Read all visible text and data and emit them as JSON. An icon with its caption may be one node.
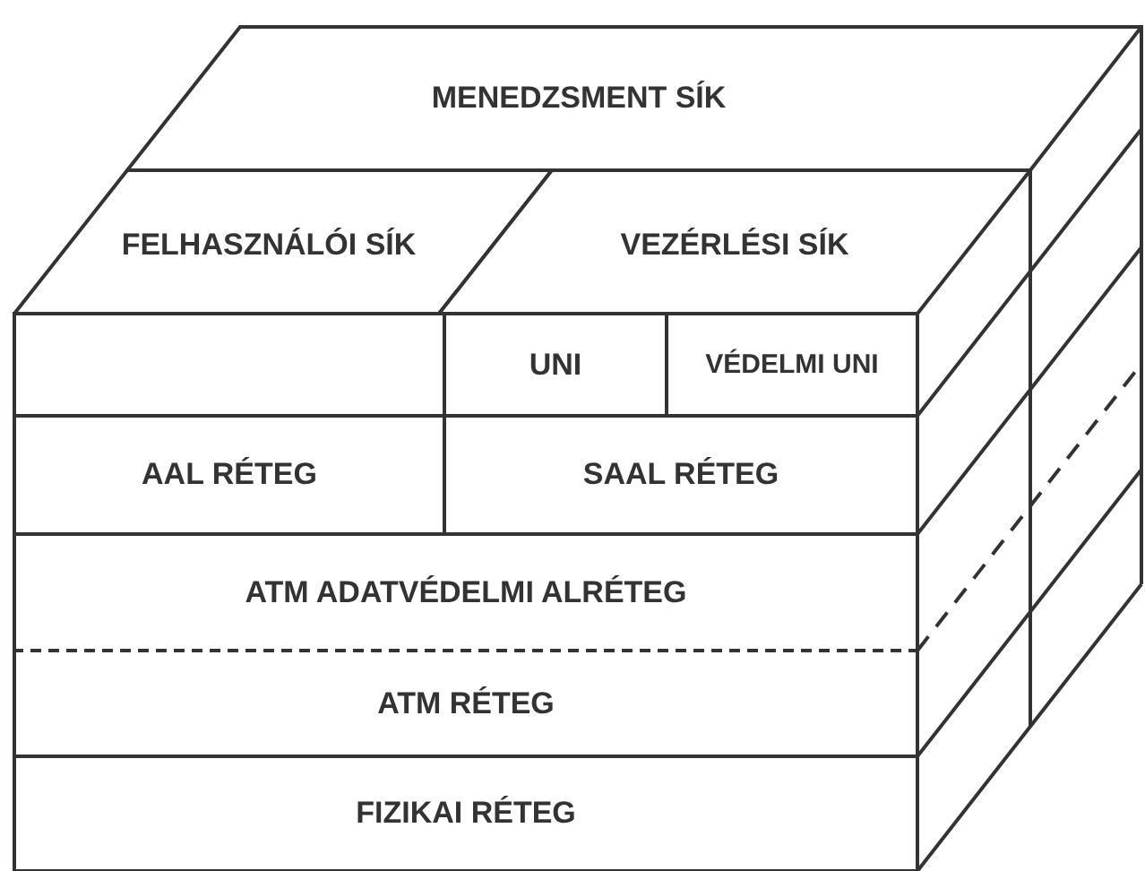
{
  "diagram": {
    "nodes": [
      {
        "text": [
          "MENEDZSMENT SÍK"
        ]
      },
      {
        "text": [
          "FELHASZNÁLÓI SÍK"
        ]
      },
      {
        "text": [
          "VEZÉRLÉSI SÍK"
        ]
      },
      {
        "text": [],
        "shape": "box"
      },
      {
        "text": [
          "UNI"
        ]
      },
      {
        "text": [
          "VÉDELMI UNI"
        ]
      },
      {
        "text": [
          "AAL RÉTEG"
        ]
      },
      {
        "text": [
          "SAAL RÉTEG"
        ]
      },
      {
        "text": [
          "ATM ADATVÉDELMI ALRÉTEG"
        ]
      },
      {
        "text": [
          "ATM RÉTEG"
        ]
      },
      {
        "text": [
          "FIZIKAI RÉTEG"
        ]
      }
    ]
  }
}
